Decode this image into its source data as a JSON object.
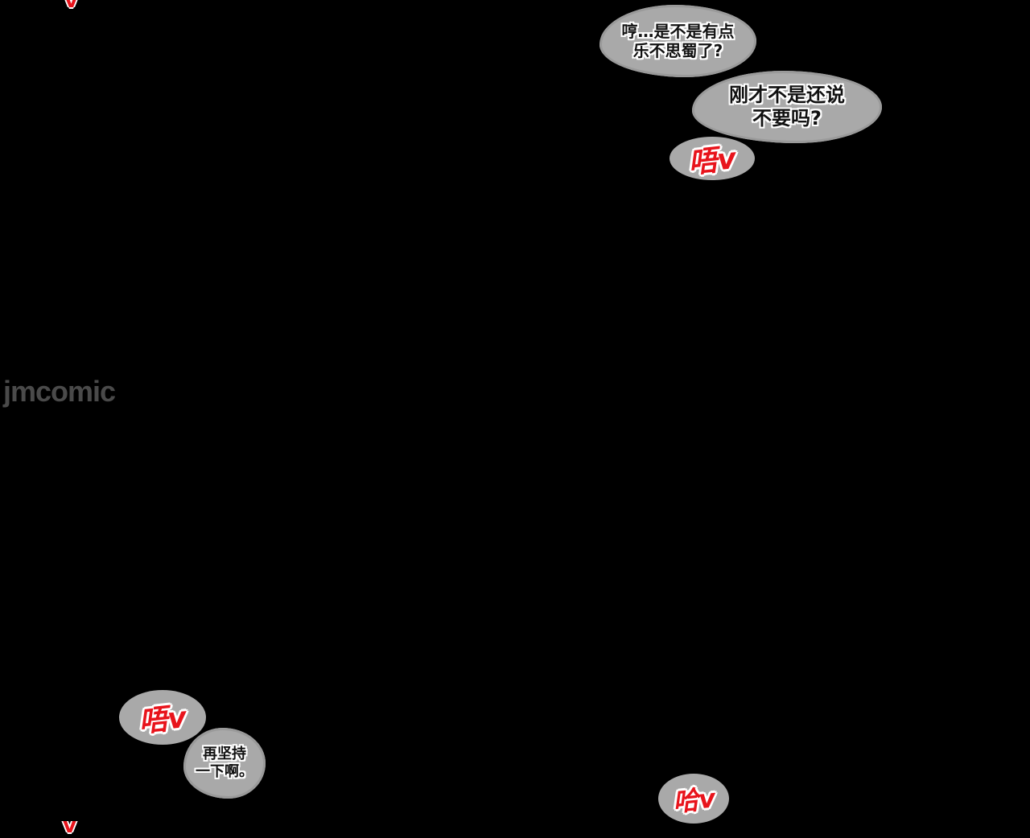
{
  "bubbles": [
    {
      "line1": "哼…是不是有点",
      "line2": "乐不思蜀了?"
    },
    {
      "line1": "刚才不是还说",
      "line2": "不要吗?"
    },
    {
      "line1": "再坚持",
      "line2": "一下啊。"
    }
  ],
  "sfx": [
    "唔v",
    "唔v",
    "哈v"
  ],
  "watermark": "jmcomic",
  "colors": {
    "bubble": "#a9a9a9",
    "sfx": "#e8141c",
    "background": "#000000"
  }
}
